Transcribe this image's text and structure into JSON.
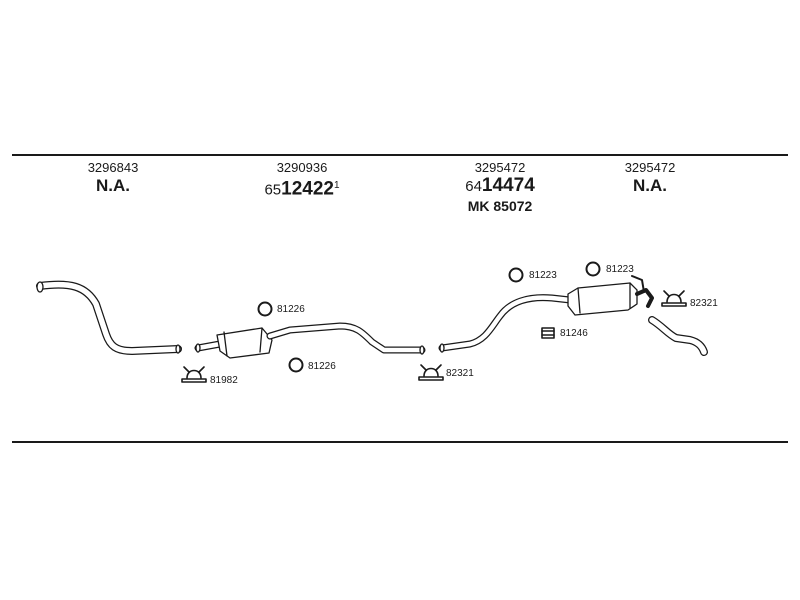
{
  "columns": [
    {
      "part_number": "3296843",
      "label": "N.A."
    },
    {
      "part_number": "3290936",
      "code_prefix": "65",
      "code_main": "12422",
      "code_suffix": "1"
    },
    {
      "part_number": "3295472",
      "code_prefix": "64",
      "code_main": "14474",
      "extra": "MK 85072"
    },
    {
      "part_number": "3295472",
      "label": "N.A."
    }
  ],
  "callouts": {
    "clamp_front": "81982",
    "ring_upper_mid": "81226",
    "ring_lower_mid": "81226",
    "clamp_center": "82321",
    "ring_rear_left": "81223",
    "ring_rear_right": "81223",
    "mount_rear": "81246",
    "clamp_tail": "82321"
  },
  "colors": {
    "line": "#1a1a1a",
    "fill": "#ffffff"
  }
}
